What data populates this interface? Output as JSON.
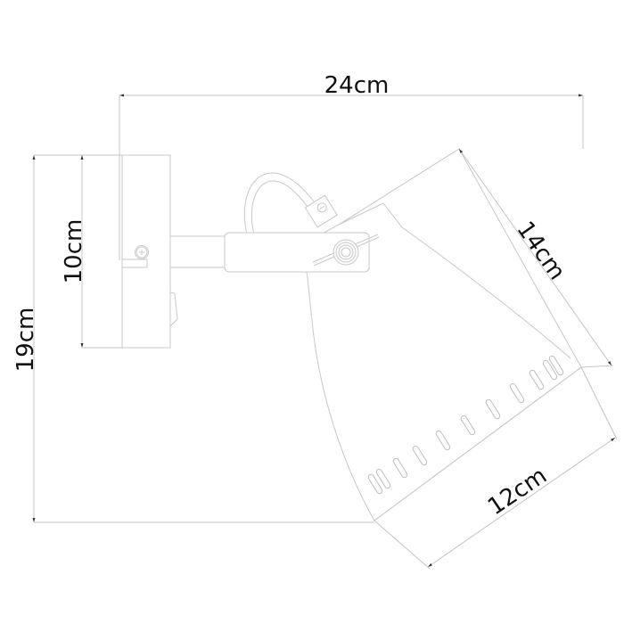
{
  "diagram": {
    "subject": "wall spotlight lamp dimension drawing",
    "colors": {
      "background": "#ffffff",
      "outline": "#c8c8c8",
      "text": "#111111",
      "arrow": "#333333"
    },
    "dimensions": {
      "total_width": {
        "label": "24cm",
        "orientation": "horizontal"
      },
      "total_height": {
        "label": "19cm",
        "orientation": "vertical"
      },
      "plate_height": {
        "label": "10cm",
        "orientation": "vertical"
      },
      "shade_length": {
        "label": "14cm",
        "orientation": "diagonal"
      },
      "shade_diameter": {
        "label": "12cm",
        "orientation": "diagonal"
      }
    },
    "parts": [
      {
        "name": "wall-plate",
        "description": "rectangular wall mounting plate with screw"
      },
      {
        "name": "switch",
        "description": "rocker switch on plate side"
      },
      {
        "name": "arm",
        "description": "horizontal arm from plate"
      },
      {
        "name": "pivot-bracket",
        "description": "bracket with wing-nut pivot"
      },
      {
        "name": "cable-loop",
        "description": "curved cable entering shade"
      },
      {
        "name": "shade",
        "description": "conical lamp shade with ventilation slots"
      }
    ],
    "vent_slot_count": 11
  }
}
